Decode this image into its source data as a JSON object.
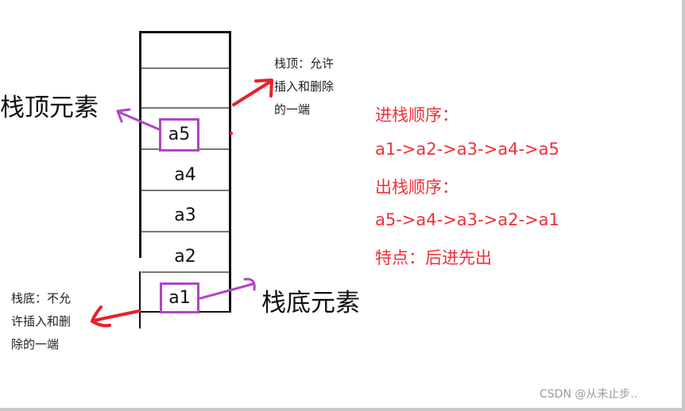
{
  "diagram": {
    "stack": {
      "cells": [
        "",
        "",
        "a5",
        "a4",
        "a3",
        "a2",
        "a1"
      ]
    },
    "labels": {
      "top_element": "栈顶元素",
      "bottom_element": "栈底元素"
    },
    "notes": {
      "top_note": "栈顶：允许\n插入和删除\n的一端",
      "bottom_note": "栈底：不允\n许插入和删\n除的一端"
    },
    "info": {
      "push_title": "进栈顺序：",
      "push_order": "a1->a2->a3->a4->a5",
      "pop_title": "出栈顺序：",
      "pop_order": "a5->a4->a3->a2->a1",
      "feature": "特点：后进先出"
    },
    "colors": {
      "highlight_box": "#b144c4",
      "red_text": "#f0303a",
      "red_arrow": "#e8202a"
    }
  },
  "watermark": "CSDN @从未止步.."
}
